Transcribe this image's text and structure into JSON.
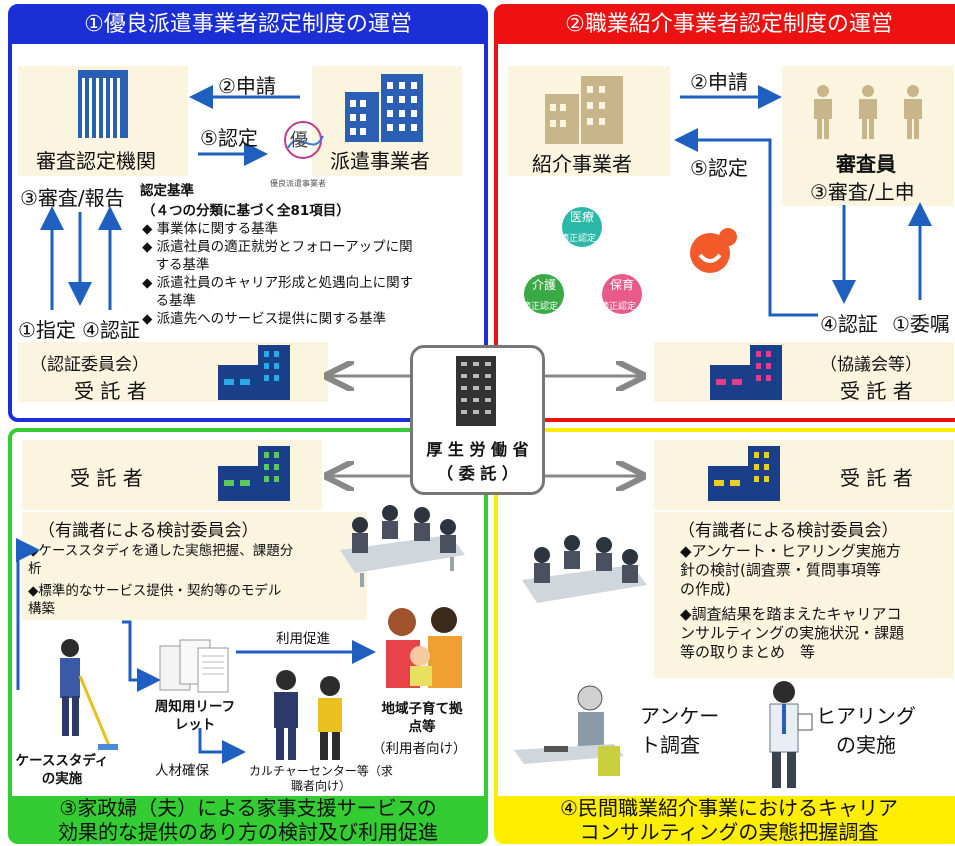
{
  "colors": {
    "blue": "#1a2fd6",
    "red": "#ee1111",
    "green": "#33cc33",
    "yellow": "#ffee00",
    "beige": "#fbf5df",
    "arrow": "#1f5fbf",
    "gray": "#888888"
  },
  "q1": {
    "title": "①優良派遣事業者認定制度の運営",
    "apply": "②申請",
    "certify": "⑤認定",
    "agency": "審査認定機関",
    "dispatcher": "派遣事業者",
    "review": "③審査/報告",
    "designate": "①指定",
    "authenticate": "④認証",
    "criteria_title": "認定基準",
    "criteria_sub": "（４つの分類に基づく全81項目）",
    "criteria": [
      [
        "◆ 事業体に関する基準"
      ],
      [
        "◆ 派遣社員の適正就労とフォローアップに関",
        "　する基準"
      ],
      [
        "◆ 派遣社員のキャリア形成と処遇向上に関す",
        "　る基準"
      ],
      [
        "◆ 派遣先へのサービス提供に関する基準"
      ]
    ],
    "committee": "（認証委員会）",
    "contractor": "受 託 者",
    "logo_char": "優",
    "logo_caption": "優良派遣事業者"
  },
  "q2": {
    "title": "②職業紹介事業者認定制度の運営",
    "apply": "②申請",
    "certify": "⑤認定",
    "referrer": "紹介事業者",
    "reviewer": "審査員",
    "review": "③審査/上申",
    "authenticate": "④認証",
    "commission": "①委嘱",
    "council": "（協議会等）",
    "contractor": "受 託 者",
    "badges": [
      "医療",
      "介護",
      "保育"
    ],
    "badge_caption": "適正認定"
  },
  "center": {
    "line1": "厚 生 労 働 省",
    "line2": "（ 委 託 ）"
  },
  "q3": {
    "contractor": "受 託 者",
    "committee": "（有識者による検討委員会）",
    "items": [
      [
        "◆ケーススタディを通した実態把握、課題分",
        "析"
      ],
      [
        "◆標準的なサービス提供・契約等のモデル",
        "構築"
      ]
    ],
    "case_study": [
      "ケーススタディ",
      "の実施"
    ],
    "leaflet": [
      "周知用リーフ",
      "レット"
    ],
    "promote": "利用促進",
    "recruit": "人材確保",
    "culture": [
      "カルチャーセンター等（求",
      "職者向け）"
    ],
    "hub": [
      "地域子育て拠",
      "点等"
    ],
    "hub_sub": "（利用者向け）",
    "footer": [
      "③家政婦（夫）による家事支援サービスの",
      "効果的な提供のあり方の検討及び利用促進"
    ]
  },
  "q4": {
    "contractor": "受 託 者",
    "committee": "（有識者による検討委員会）",
    "items": [
      [
        "◆アンケート・ヒアリング実施方",
        "針の検討(調査票・質問事項等",
        "の作成)"
      ],
      [
        "◆調査結果を踏まえたキャリアコ",
        "ンサルティングの実施状況・課題",
        "等の取りまとめ　等"
      ]
    ],
    "survey": [
      "アンケー",
      "ト調査"
    ],
    "interview": [
      "ヒアリング",
      "の実施"
    ],
    "footer": [
      "④民間職業紹介事業におけるキャリア",
      "コンサルティングの実態把握調査"
    ]
  }
}
